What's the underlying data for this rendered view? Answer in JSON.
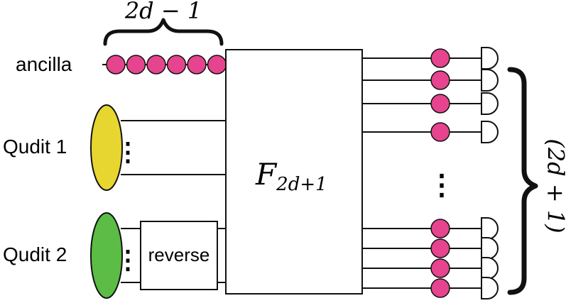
{
  "labels": {
    "ancilla_count": "2d − 1",
    "ancilla": "ancilla",
    "qudit1": "Qudit 1",
    "qudit2": "Qudit 2",
    "reverse": "reverse",
    "gate_base": "F",
    "gate_sub": "2d+1",
    "output_count": "(2d + 1)",
    "vdots": "⋮"
  },
  "colors": {
    "ancilla_dot": "#e6448f",
    "qudit1": "#e8d630",
    "qudit2": "#5bbd45",
    "line": "#111111"
  }
}
